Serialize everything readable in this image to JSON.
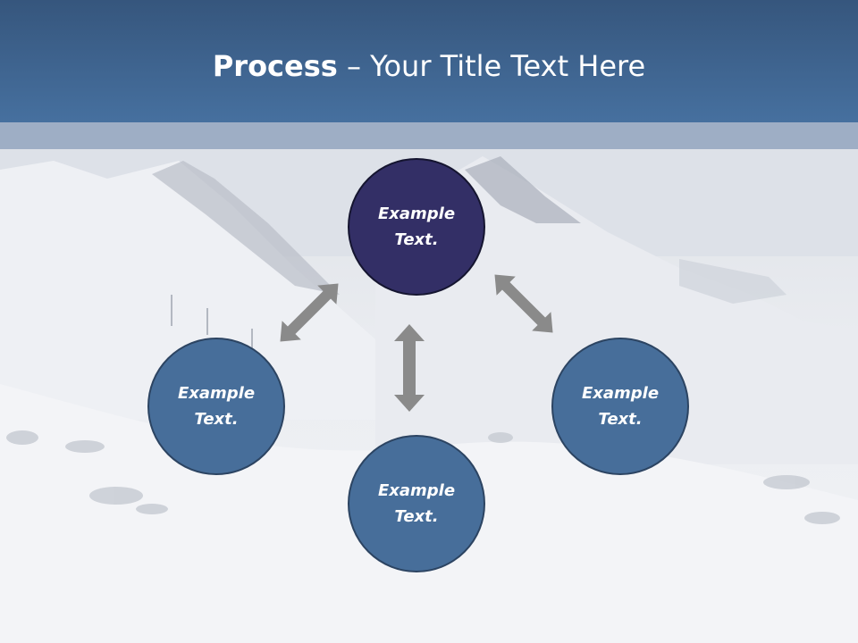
{
  "slide": {
    "title_bold": "Process",
    "title_rest": " – Your Title Text Here"
  },
  "circles": {
    "top": {
      "line1": "Example",
      "line2": "Text."
    },
    "left": {
      "line1": "Example",
      "line2": "Text."
    },
    "right": {
      "line1": "Example",
      "line2": "Text."
    },
    "bottom": {
      "line1": "Example",
      "line2": "Text."
    }
  },
  "colors": {
    "header": "#46709f",
    "top_circle": "#332f66",
    "circle": "#476e9a",
    "arrow": "#8a8a8a"
  }
}
